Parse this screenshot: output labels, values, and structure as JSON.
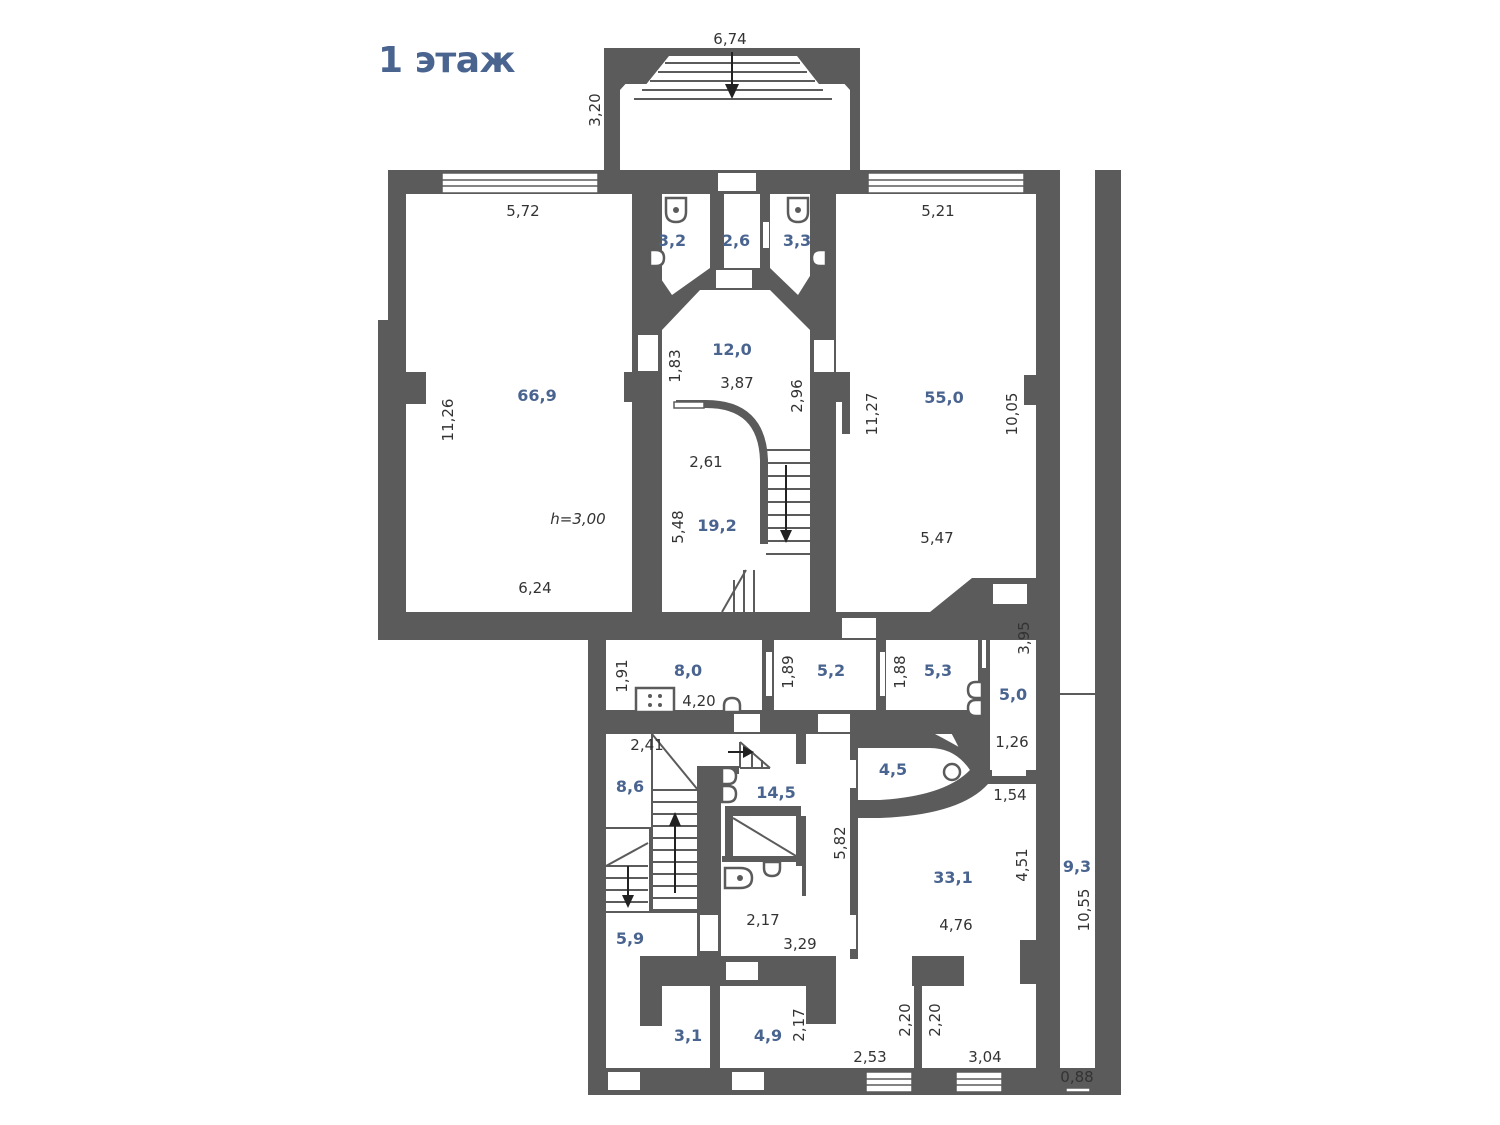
{
  "title": "1 этаж",
  "colors": {
    "wall": "#5b5b5b",
    "area_label": "#4a6490",
    "dimension_label": "#333333",
    "background": "#ffffff"
  },
  "rooms": [
    {
      "id": "hall-left",
      "area": "66,9",
      "dims": [
        "5,72",
        "11,26",
        "6,24"
      ],
      "height": "h=3,00"
    },
    {
      "id": "wc-left",
      "area": "3,2"
    },
    {
      "id": "vestibule",
      "area": "2,6"
    },
    {
      "id": "wc-right",
      "area": "3,3"
    },
    {
      "id": "lobby",
      "area": "12,0",
      "dims": [
        "1,83",
        "3,87",
        "2,96"
      ]
    },
    {
      "id": "stair-hall",
      "area": "19,2",
      "dims": [
        "2,61",
        "5,48"
      ]
    },
    {
      "id": "hall-right",
      "area": "55,0",
      "dims": [
        "5,21",
        "11,27",
        "10,05",
        "5,47"
      ]
    },
    {
      "id": "kitchen",
      "area": "8,0",
      "dims": [
        "1,91",
        "4,20"
      ]
    },
    {
      "id": "room-5-2",
      "area": "5,2",
      "dims": [
        "1,89"
      ]
    },
    {
      "id": "room-5-3",
      "area": "5,3",
      "dims": [
        "1,88"
      ]
    },
    {
      "id": "corridor-5-0",
      "area": "5,0",
      "dims": [
        "3,95",
        "1,26"
      ]
    },
    {
      "id": "stair-8-6",
      "area": "8,6",
      "dims": [
        "2,41"
      ]
    },
    {
      "id": "room-14-5",
      "area": "14,5",
      "dims": [
        "5,82",
        "2,17",
        "3,29"
      ]
    },
    {
      "id": "bath-4-5",
      "area": "4,5"
    },
    {
      "id": "room-33-1",
      "area": "33,1",
      "dims": [
        "1,54",
        "4,51",
        "4,76",
        "2,20",
        "2,20",
        "2,53",
        "3,04"
      ]
    },
    {
      "id": "side-passage",
      "area": "9,3",
      "dims": [
        "10,55",
        "0,88"
      ]
    },
    {
      "id": "room-5-9",
      "area": "5,9"
    },
    {
      "id": "room-3-1",
      "area": "3,1"
    },
    {
      "id": "room-4-9",
      "area": "4,9",
      "dims": [
        "2,17"
      ]
    }
  ],
  "porch": {
    "dims": [
      "6,74",
      "3,20"
    ]
  }
}
